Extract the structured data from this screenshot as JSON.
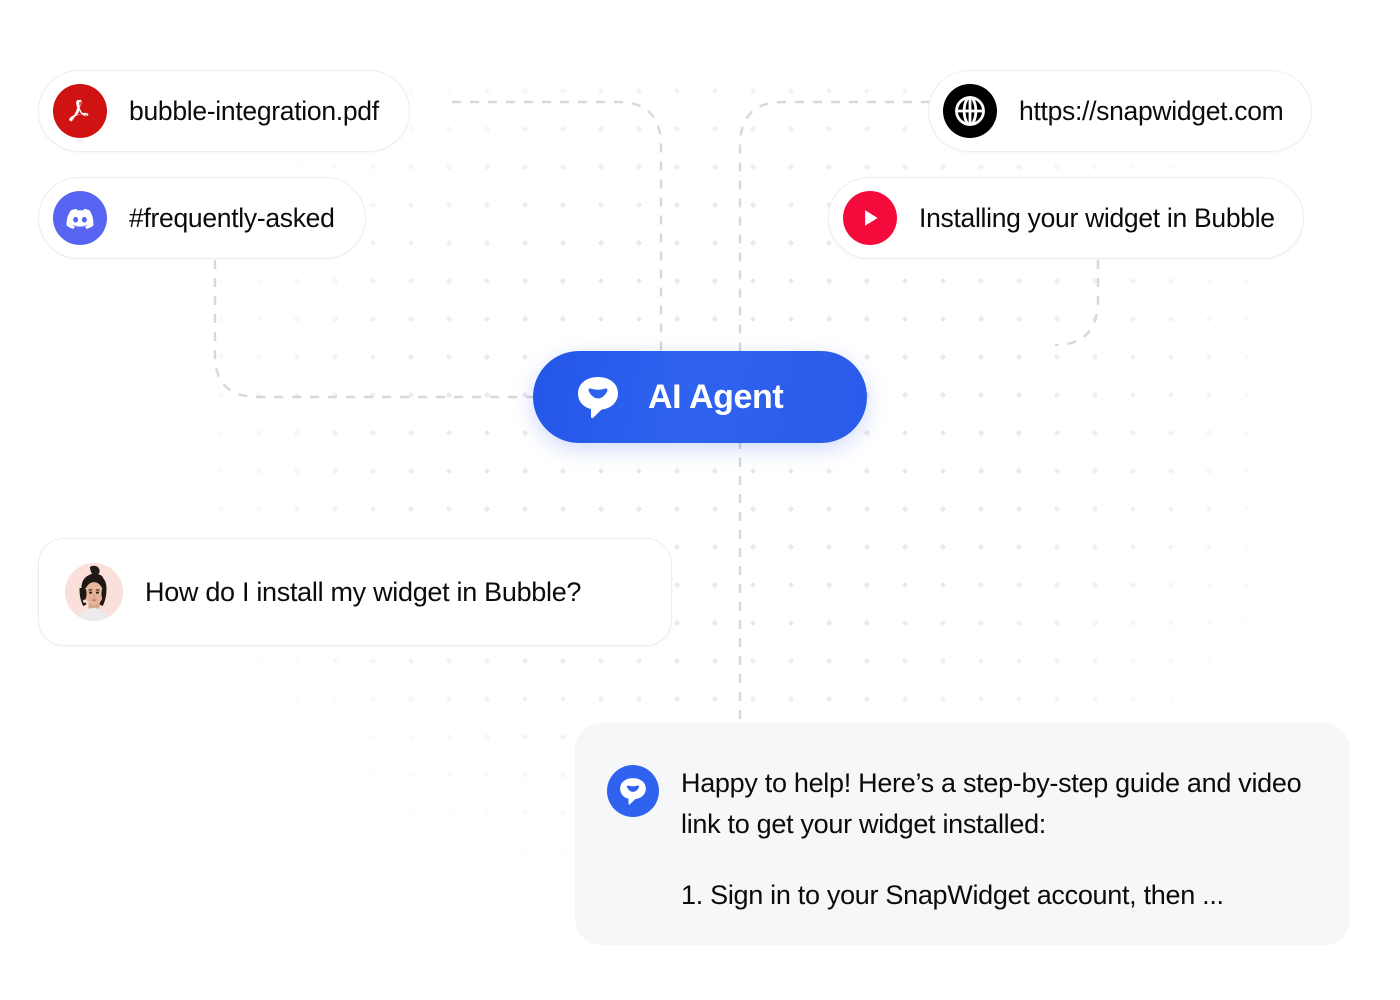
{
  "colors": {
    "accent_blue": "#2f63ef",
    "pdf_red": "#cf1313",
    "discord_indigo": "#5865f2",
    "globe_black": "#000000",
    "play_red": "#f50a3c",
    "bubble_gray": "#f6f7f8",
    "dot_grid": "#e9eaec",
    "connector": "#d6d8db",
    "card_border": "#ededef",
    "text": "#0b0b0c"
  },
  "sources": {
    "pdf": {
      "label": "bubble-integration.pdf",
      "icon": "pdf-icon"
    },
    "discord": {
      "label": "#frequently-asked",
      "icon": "discord-icon"
    },
    "website": {
      "label": "https://snapwidget.com",
      "icon": "globe-icon"
    },
    "video": {
      "label": "Installing your widget in Bubble",
      "icon": "play-icon"
    }
  },
  "agent": {
    "label": "AI Agent",
    "icon": "chat-bubble-icon"
  },
  "conversation": {
    "user_question": "How do I install my widget in Bubble?",
    "user_avatar_name": "user-avatar",
    "bot_avatar_name": "bot-avatar",
    "answer_paragraph_1": "Happy to help! Here’s a step-by-step guide and video link to get your widget installed:",
    "answer_paragraph_2": "1. Sign in to your SnapWidget account, then ..."
  }
}
